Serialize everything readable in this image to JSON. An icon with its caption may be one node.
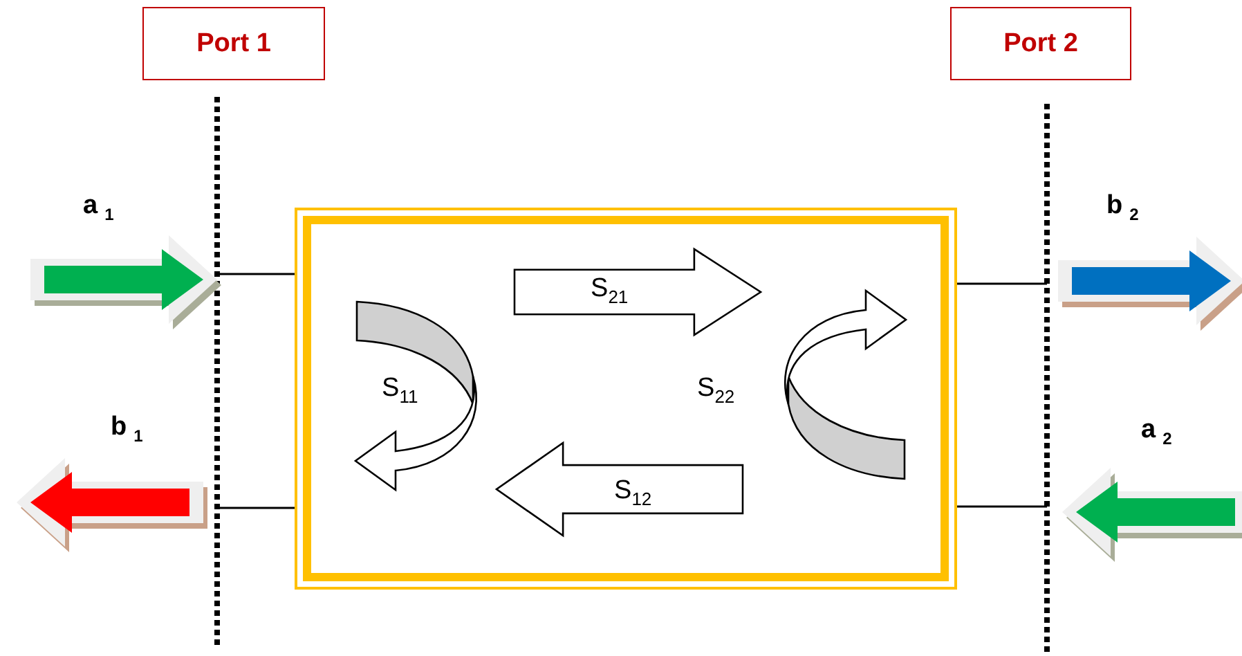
{
  "diagram": {
    "nodes": [
      {
        "text": [
          "Port 1"
        ]
      },
      {
        "text": [
          "Port 2"
        ]
      },
      {
        "text": [],
        "shape": "box"
      },
      {
        "text": [
          "S$_{21}$"
        ],
        "in": 2
      },
      {
        "text": [
          "S$_{12}$"
        ],
        "in": 2
      }
    ],
    "labels": [
      "a$_{1}$",
      "b$_{2}$",
      "S$_{11}$",
      "S$_{22}$",
      "b$_{1}$",
      "a$_{2}$"
    ]
  }
}
